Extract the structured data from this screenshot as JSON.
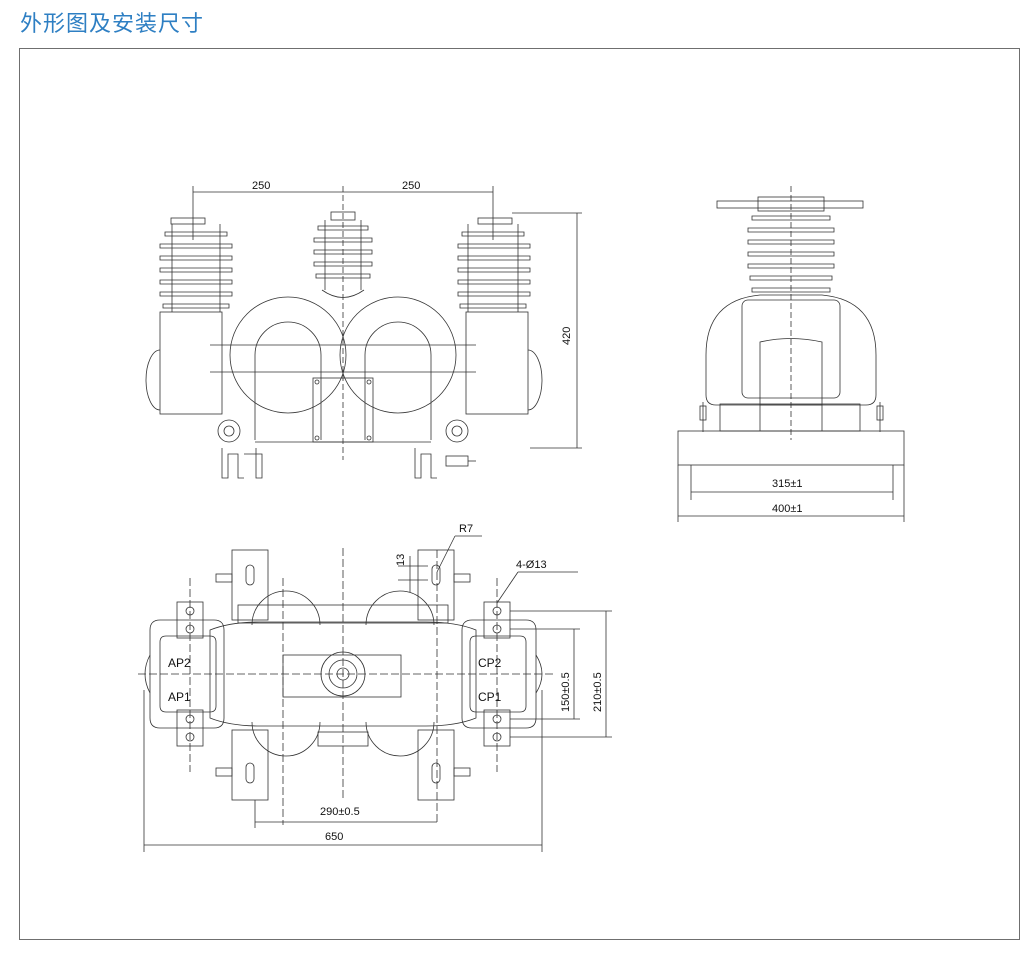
{
  "title": "外形图及安装尺寸",
  "front_view": {
    "dim_left": "250",
    "dim_right": "250",
    "dim_height": "420"
  },
  "side_view": {
    "dim_inner": "315±1",
    "dim_outer": "400±1"
  },
  "top_view": {
    "radius": "R7",
    "slot": "13",
    "holes": "4-Ø13",
    "terminals": [
      "AP2",
      "AP1",
      "CP2",
      "CP1"
    ],
    "dim_150": "150±0.5",
    "dim_210": "210±0.5",
    "dim_290": "290±0.5",
    "dim_650": "650"
  }
}
